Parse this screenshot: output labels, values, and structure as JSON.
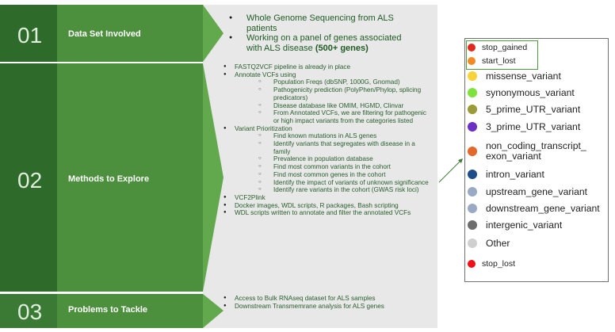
{
  "steps": [
    {
      "number": "01",
      "title": "Data Set Involved"
    },
    {
      "number": "02",
      "title": "Methods to Explore"
    },
    {
      "number": "03",
      "title": "Problems to Tackle"
    }
  ],
  "sections": {
    "data_set": [
      {
        "text": "Whole Genome Sequencing from ALS patients"
      },
      {
        "text": "Working on a panel of genes associated with ALS disease ",
        "bold": "(500+ genes)"
      }
    ],
    "methods": [
      {
        "level": 1,
        "text": "FASTQ2VCF pipeline is already in place"
      },
      {
        "level": 1,
        "text": "Annotate VCFs using"
      },
      {
        "level": 2,
        "text": "Population Freqs (dbSNP, 1000G, Gnomad)"
      },
      {
        "level": 2,
        "text": "Pathogenicity prediction (PolyPhen/Phylop, splicing predicators)"
      },
      {
        "level": 2,
        "text": "Disease database like OMIM, HGMD, Clinvar"
      },
      {
        "level": 2,
        "text": "From Annotated VCFs, we are filtering for pathogenic or high impact variants from the categories listed"
      },
      {
        "level": 1,
        "text": "Variant Prioritization"
      },
      {
        "level": 2,
        "text": "Find known mutations in ALS genes"
      },
      {
        "level": 2,
        "text": "Identify variants that segregates with disease in a family"
      },
      {
        "level": 2,
        "text": "Prevalence in population database"
      },
      {
        "level": 2,
        "text": "Find most common variants in the cohort"
      },
      {
        "level": 2,
        "text": "Find most common genes in the cohort"
      },
      {
        "level": 2,
        "text": "Identify the impact of variants of unknown significance"
      },
      {
        "level": 2,
        "text": "Identify rare variants in the cohort (GWAS risk loci)"
      },
      {
        "level": 1,
        "text": "VCF2Plink"
      },
      {
        "level": 1,
        "text": "Docker images, WDL scripts, R packages, Bash scripting"
      },
      {
        "level": 1,
        "text": "WDL scripts written  to annotate and filter the annotated VCFs"
      }
    ],
    "problems": [
      {
        "level": 1,
        "text": "Access to Bulk RNAseq dataset for ALS samples"
      },
      {
        "level": 1,
        "text": "Downstream Transmemrane analysis for ALS genes"
      }
    ]
  },
  "legend": [
    {
      "label": "stop_gained",
      "color": "#e0281e"
    },
    {
      "label": "start_lost",
      "color": "#f08a24"
    },
    {
      "label": "missense_variant",
      "color": "#f7d23a"
    },
    {
      "label": "synonymous_variant",
      "color": "#7ee23c"
    },
    {
      "label": "5_prime_UTR_variant",
      "color": "#9a9a38"
    },
    {
      "label": "3_prime_UTR_variant",
      "color": "#6a2fc4"
    },
    {
      "label": "non_coding_transcript_\nexon_variant",
      "color": "#e3682a"
    },
    {
      "label": "intron_variant",
      "color": "#1c4e8a"
    },
    {
      "label": "upstream_gene_variant",
      "color": "#9aa9c4"
    },
    {
      "label": "downstream_gene_variant",
      "color": "#9aa9c4"
    },
    {
      "label": "intergenic_variant",
      "color": "#6d6d6d"
    },
    {
      "label": "Other",
      "color": "#cfcfcf"
    },
    {
      "label": "stop_lost",
      "color": "#f20f16"
    }
  ],
  "colors": {
    "dark_green": "#2e6a2a",
    "mid_green": "#4c8f3d",
    "arrow_green": "#62a84d",
    "panel_gray": "#e8e8e8",
    "connector": "#3f7a36"
  }
}
